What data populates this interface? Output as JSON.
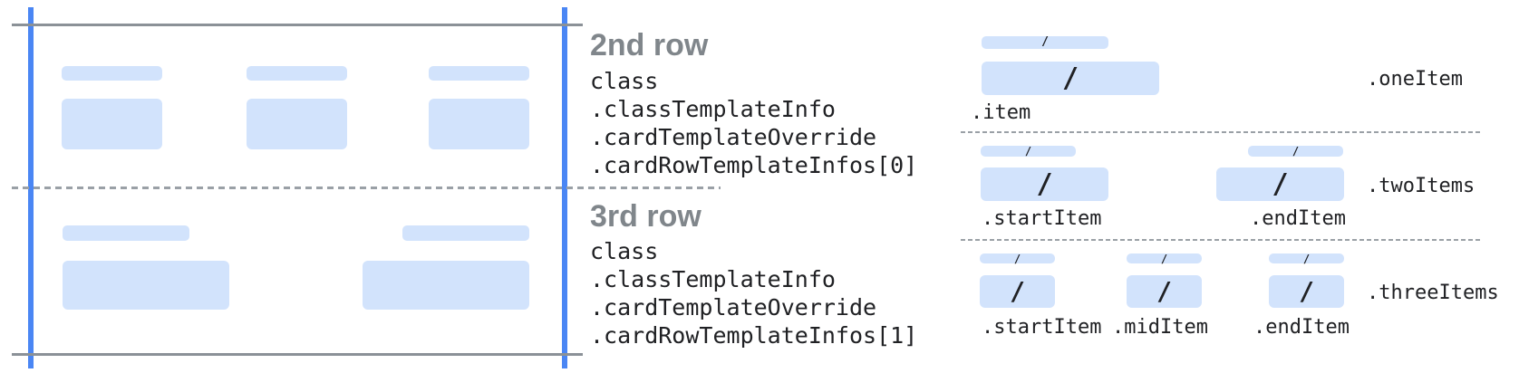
{
  "card_wireframe": {
    "description_rows": 2
  },
  "code_sections": [
    {
      "heading": "2nd row",
      "lines": [
        "class",
        ".classTemplateInfo",
        ".cardTemplateOverride",
        ".cardRowTemplateInfos[0]"
      ]
    },
    {
      "heading": "3rd row",
      "lines": [
        "class",
        ".classTemplateInfo",
        ".cardTemplateOverride",
        ".cardRowTemplateInfos[1]"
      ]
    }
  ],
  "template_rows": [
    {
      "variant": ".oneItem",
      "item_labels": [
        ".item"
      ]
    },
    {
      "variant": ".twoItems",
      "item_labels": [
        ".startItem",
        ".endItem"
      ]
    },
    {
      "variant": ".threeItems",
      "item_labels": [
        ".startItem",
        ".midItem",
        ".endItem"
      ]
    }
  ],
  "slash": "/",
  "colors": {
    "bar_fill": "#d2e3fc",
    "guide_blue": "#4a86f4",
    "solid_line_gray": "#8b9197",
    "dash_gray": "#9aa0a6",
    "heading_gray": "#80868b",
    "text_dark": "#202124"
  }
}
